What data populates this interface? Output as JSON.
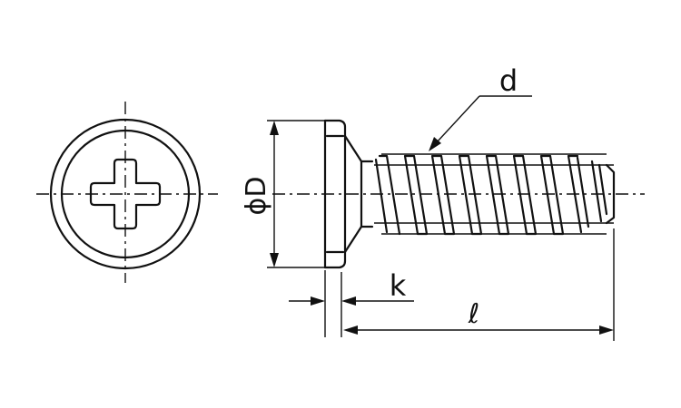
{
  "labels": {
    "thread_diameter": "d",
    "head_diameter": "ϕD",
    "head_height": "k",
    "length": "ℓ"
  },
  "colors": {
    "stroke": "#111111",
    "background": "#ffffff"
  }
}
